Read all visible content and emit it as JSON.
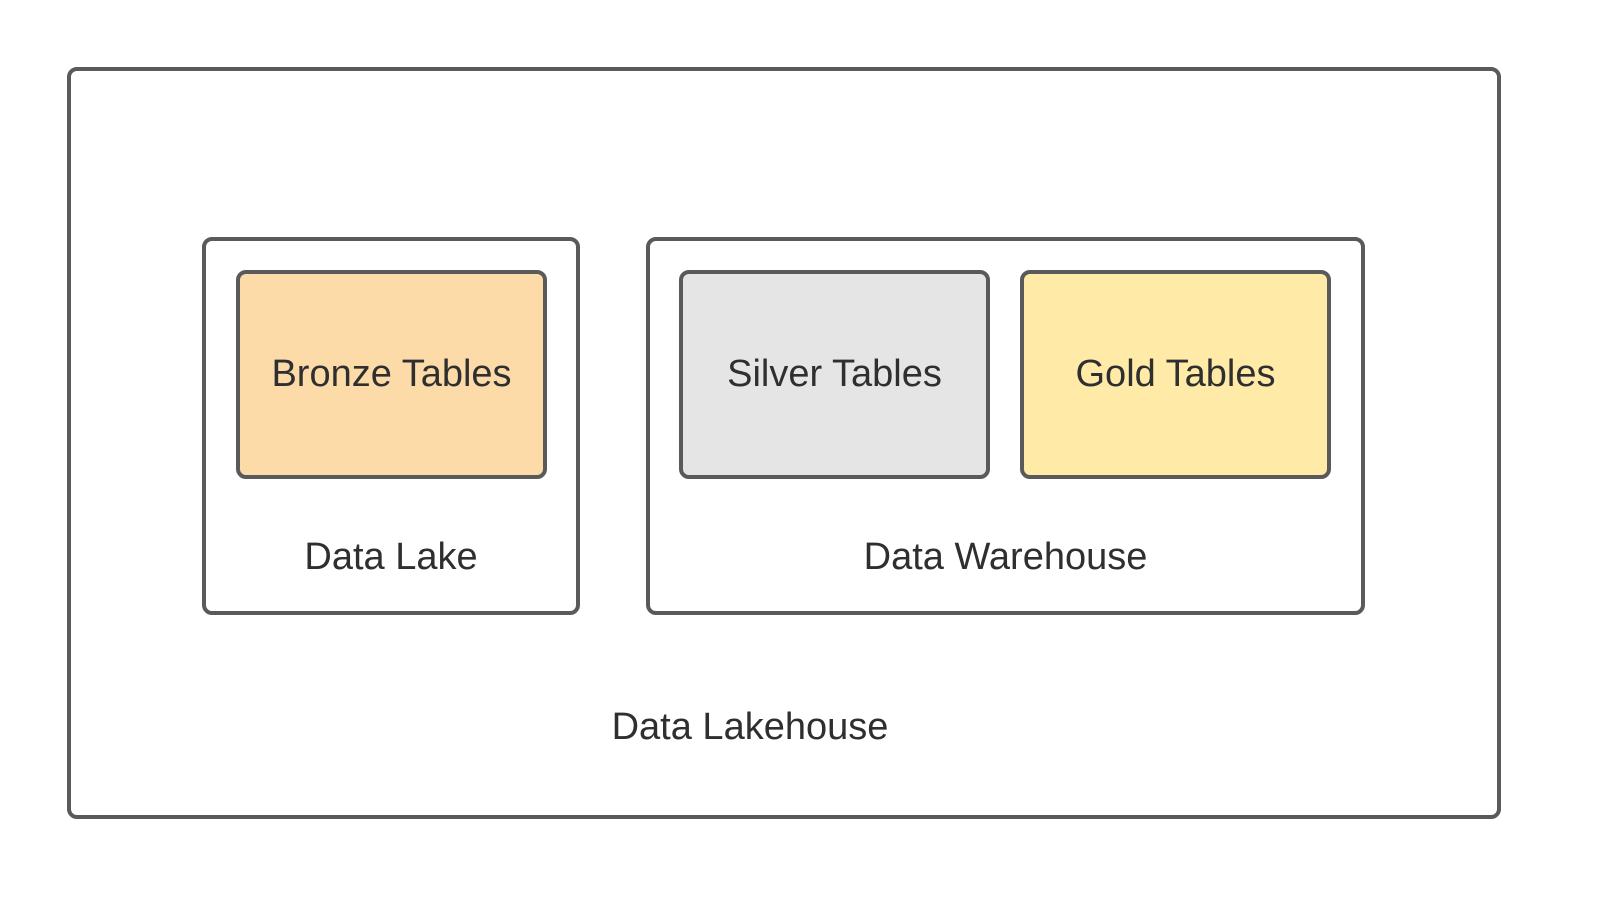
{
  "diagram": {
    "outer": {
      "label": "Data Lakehouse"
    },
    "lake": {
      "label": "Data Lake"
    },
    "warehouse": {
      "label": "Data Warehouse"
    },
    "tables": {
      "bronze": {
        "label": "Bronze Tables",
        "color": "#fddba9"
      },
      "silver": {
        "label": "Silver Tables",
        "color": "#e5e5e5"
      },
      "gold": {
        "label": "Gold Tables",
        "color": "#ffeaa8"
      }
    },
    "border_color": "#5a5a5a",
    "text_color": "#2f2f2f"
  }
}
